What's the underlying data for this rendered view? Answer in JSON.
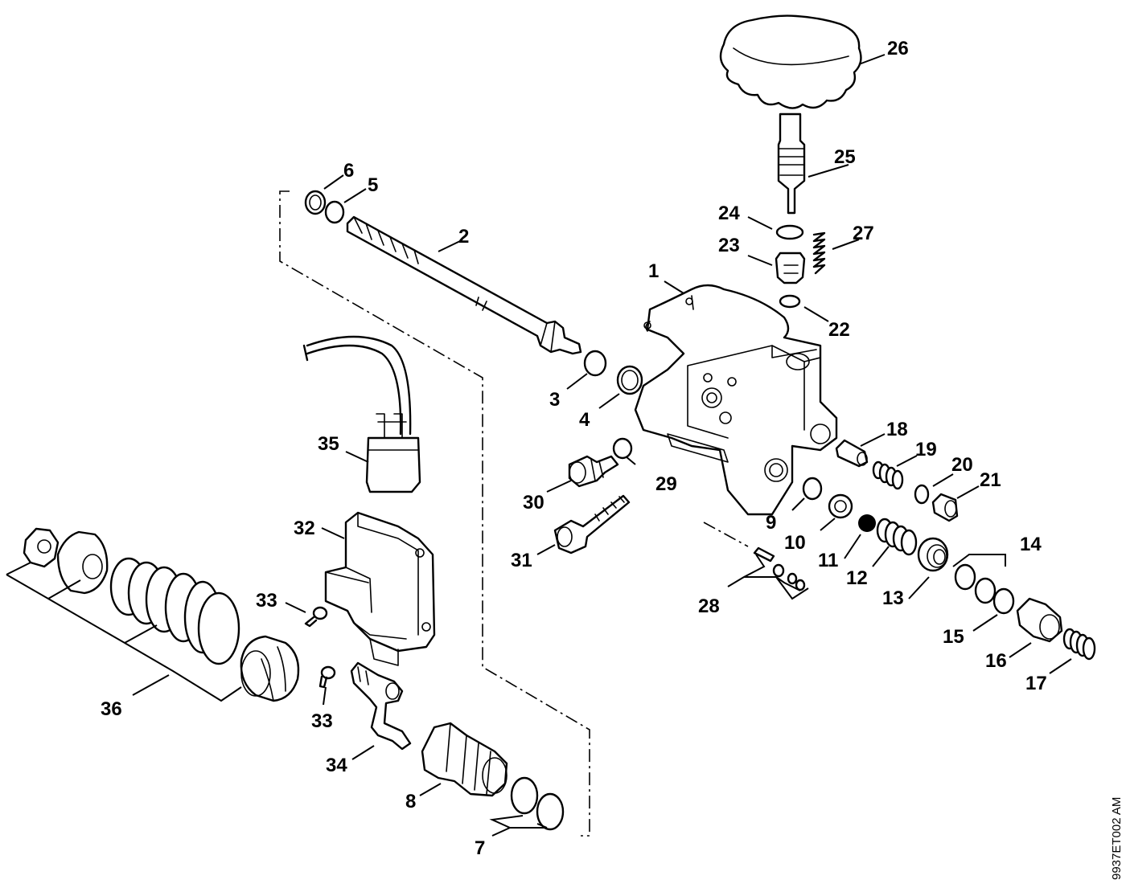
{
  "drawing_code": "9937ET002 AM",
  "labels": [
    {
      "id": "1",
      "text": "1"
    },
    {
      "id": "2",
      "text": "2"
    },
    {
      "id": "3",
      "text": "3"
    },
    {
      "id": "4",
      "text": "4"
    },
    {
      "id": "5",
      "text": "5"
    },
    {
      "id": "6",
      "text": "6"
    },
    {
      "id": "7",
      "text": "7"
    },
    {
      "id": "8",
      "text": "8"
    },
    {
      "id": "9",
      "text": "9"
    },
    {
      "id": "10",
      "text": "10"
    },
    {
      "id": "11",
      "text": "11"
    },
    {
      "id": "12",
      "text": "12"
    },
    {
      "id": "13",
      "text": "13"
    },
    {
      "id": "14",
      "text": "14"
    },
    {
      "id": "15",
      "text": "15"
    },
    {
      "id": "16",
      "text": "16"
    },
    {
      "id": "17",
      "text": "17"
    },
    {
      "id": "18",
      "text": "18"
    },
    {
      "id": "19",
      "text": "19"
    },
    {
      "id": "20",
      "text": "20"
    },
    {
      "id": "21",
      "text": "21"
    },
    {
      "id": "22",
      "text": "22"
    },
    {
      "id": "23",
      "text": "23"
    },
    {
      "id": "24",
      "text": "24"
    },
    {
      "id": "25",
      "text": "25"
    },
    {
      "id": "26",
      "text": "26"
    },
    {
      "id": "27",
      "text": "27"
    },
    {
      "id": "28",
      "text": "28"
    },
    {
      "id": "29",
      "text": "29"
    },
    {
      "id": "30",
      "text": "30"
    },
    {
      "id": "31",
      "text": "31"
    },
    {
      "id": "32",
      "text": "32"
    },
    {
      "id": "33a",
      "text": "33"
    },
    {
      "id": "33b",
      "text": "33"
    },
    {
      "id": "34",
      "text": "34"
    },
    {
      "id": "35",
      "text": "35"
    },
    {
      "id": "36",
      "text": "36"
    }
  ]
}
